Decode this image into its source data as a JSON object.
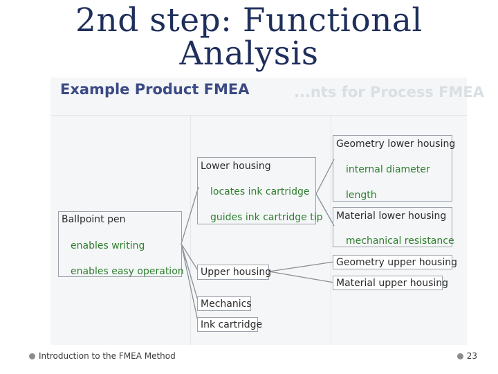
{
  "slide": {
    "title_line1": "2nd step: Functional",
    "title_line2": "Analysis"
  },
  "figure": {
    "title": "Example Product FMEA",
    "background_text": {
      "top_right": "...nts for Process FMEA"
    },
    "nodes": {
      "ballpoint_pen": {
        "label": "Ballpoint pen",
        "functions": [
          "enables writing",
          "enables easy operation"
        ]
      },
      "lower_housing": {
        "label": "Lower housing",
        "functions": [
          "locates ink cartridge",
          "guides ink cartridge tip"
        ]
      },
      "upper_housing": {
        "label": "Upper housing"
      },
      "mechanics": {
        "label": "Mechanics"
      },
      "ink_cartridge": {
        "label": "Ink cartridge"
      },
      "geometry_lower_housing": {
        "label": "Geometry lower housing",
        "functions": [
          "internal diameter",
          "length"
        ]
      },
      "material_lower_housing": {
        "label": "Material lower housing",
        "functions": [
          "mechanical resistance"
        ]
      },
      "geometry_upper_housing": {
        "label": "Geometry upper housing"
      },
      "material_upper_housing": {
        "label": "Material upper housing"
      }
    },
    "colors": {
      "title": "#3b4a85",
      "function_text": "#2f7f2f",
      "slide_title": "#1f2f5c"
    }
  },
  "footer": {
    "left_text": "Introduction to the FMEA Method",
    "page_number": "23"
  }
}
